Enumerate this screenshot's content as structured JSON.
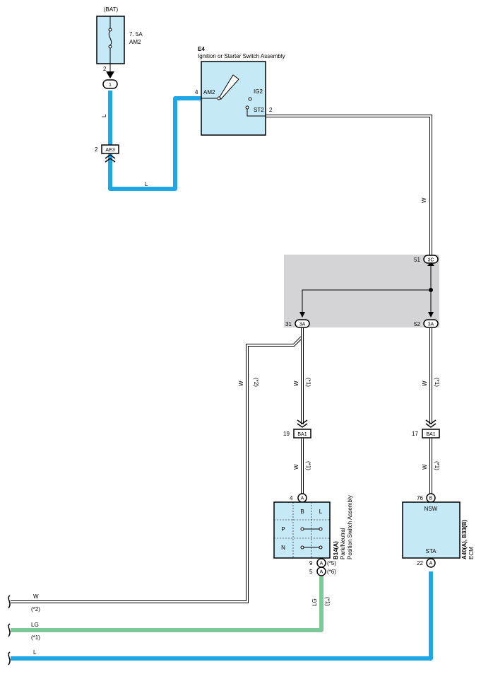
{
  "battery": {
    "label": "(BAT)"
  },
  "fuse": {
    "rating": "7. 5A",
    "name": "AM2",
    "pin": "2"
  },
  "connector_1": {
    "label": "1"
  },
  "wire_bat_to_ae3": {
    "color": "L"
  },
  "connector_ae3": {
    "pin": "2",
    "label": "AE3"
  },
  "wire_ae3_to_e4": {
    "color": "L"
  },
  "ignition_switch": {
    "code": "E4",
    "name": "Ignition or Starter Switch Assembly",
    "pin_am2_num": "4",
    "pin_am2": "AM2",
    "pin_ig2": "IG2",
    "pin_st2": "ST2",
    "pin_st2_num": "2"
  },
  "wire_st2": {
    "color": "W"
  },
  "junction_block": {
    "in_pin": "51",
    "in_label": "3C",
    "out_left_pin": "31",
    "out_left_label": "3A",
    "out_right_pin": "52",
    "out_right_label": "3A"
  },
  "wire_branch_far": {
    "color": "W",
    "note": "(*2)"
  },
  "wire_branch_mid": {
    "color": "W",
    "note": "(*1)"
  },
  "wire_branch_right": {
    "color": "W",
    "note": "(*1)"
  },
  "connector_ba1_left": {
    "pin": "19",
    "label": "BA1"
  },
  "connector_ba1_right": {
    "pin": "17",
    "label": "BA1"
  },
  "wire_ba1_left_down": {
    "color": "W",
    "note": "(*1)"
  },
  "wire_ba1_right_down": {
    "color": "W",
    "note": "(*1)"
  },
  "pnp_switch": {
    "code": "B14(A)",
    "name_line1": "Park/Neutral",
    "name_line2": "Position Switch Assembly",
    "pin_top_num": "4",
    "pin_top": "A",
    "header_b": "B",
    "header_l": "L",
    "row_p": "P",
    "row_n": "N",
    "pin_9_num": "9",
    "pin_9": "A",
    "pin_9_note": "(*5)",
    "pin_5_num": "5",
    "pin_5": "A",
    "pin_5_note": "(*6)"
  },
  "wire_pnp_out": {
    "color": "LG",
    "note": "(*1)"
  },
  "ecm": {
    "code": "A40(A), B33(B)",
    "name": "ECM",
    "pin_nsw_num": "76",
    "pin_nsw": "B",
    "nsw": "NSW",
    "sta": "STA",
    "pin_sta_num": "22",
    "pin_sta": "A"
  },
  "bottom_wires": [
    {
      "color": "W",
      "note": "(*2)"
    },
    {
      "color": "LG",
      "note": "(*1)"
    },
    {
      "color": "L",
      "note": ""
    }
  ],
  "colors": {
    "wire_blue": "#1ea7e6",
    "wire_green": "#7ec99a",
    "component_fill": "#c6e9f7",
    "junction_fill": "#d4d4d6"
  }
}
